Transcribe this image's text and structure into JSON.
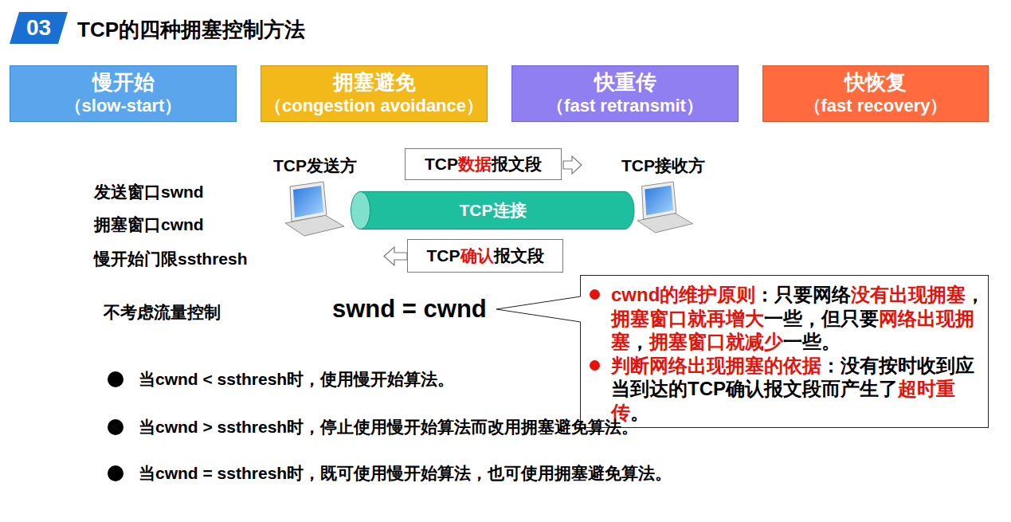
{
  "diagram": {
    "title": "TCP的四种拥塞控制方法",
    "nodes": [
      {
        "text": [
          "03"
        ]
      },
      {
        "text": [
          "慢开始",
          "（slow-start）"
        ]
      },
      {
        "text": [
          "拥塞避免",
          "（congestion avoidance）"
        ]
      },
      {
        "text": [
          "快重传",
          "（fast retransmit）"
        ]
      },
      {
        "text": [
          "快恢复",
          "（fast recovery）"
        ]
      },
      {
        "text": [
          "TCP数据报文段"
        ]
      },
      {
        "text": [
          "TCP连接"
        ]
      },
      {
        "text": [
          "TCP确认报文段"
        ]
      },
      {
        "text": [
          "cwnd的维护原则：只要网络没有出现拥塞，拥塞窗口就再增大一些，但只要网络出现拥塞，拥塞窗口就减少一些。",
          "判断网络出现拥塞的依据：没有按时收到应当到达的TCP确认报文段而产生了超时重传。"
        ]
      }
    ],
    "labels": [
      "TCP发送方",
      "TCP接收方",
      "发送窗口swnd",
      "拥塞窗口cwnd",
      "慢开始门限ssthresh",
      "不考虑流量控制",
      "swnd = cwnd",
      "当cwnd < ssthresh时，使用慢开始算法。",
      "当cwnd > ssthresh时，停止使用慢开始算法而改用拥塞避免算法。",
      "当cwnd = ssthresh时，既可使用慢开始算法，也可使用拥塞避免算法。"
    ]
  }
}
